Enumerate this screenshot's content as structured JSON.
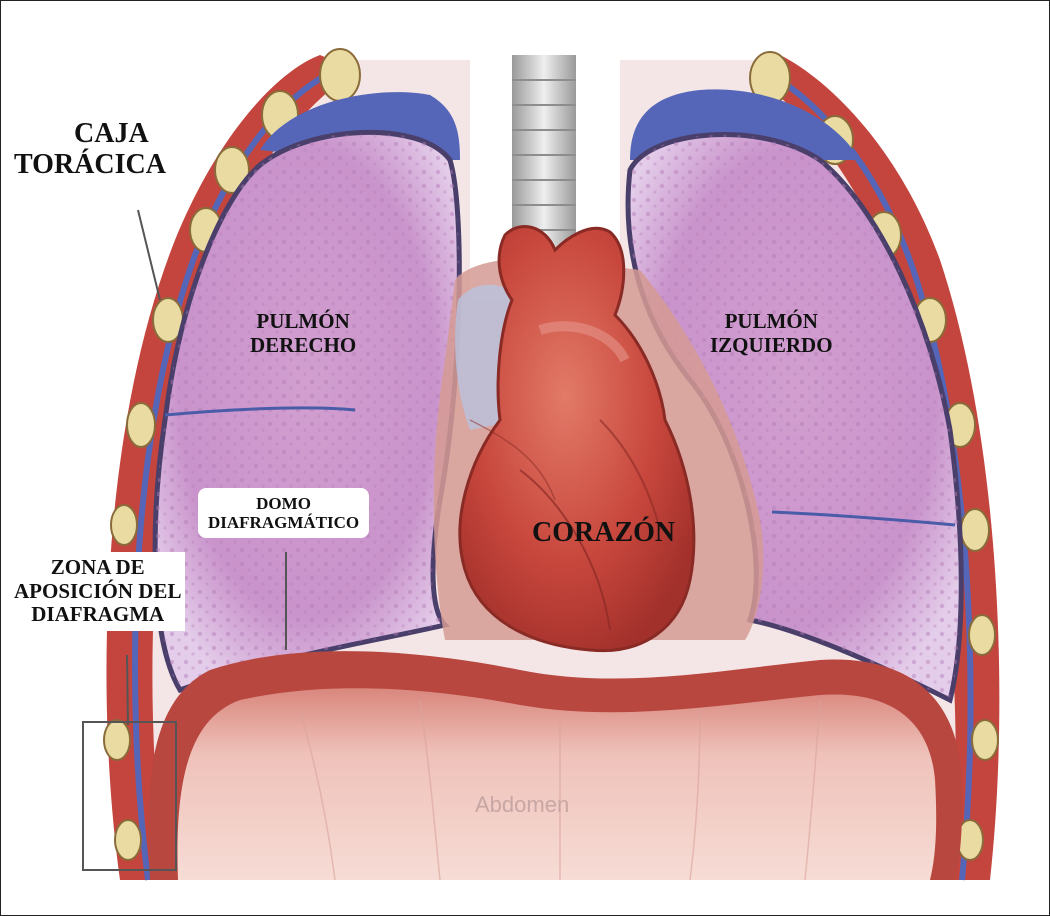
{
  "labels": {
    "rib_cage": [
      "CAJA",
      "TORÁCICA"
    ],
    "right_lung": [
      "PULMÓN",
      "DERECHO"
    ],
    "left_lung": [
      "PULMÓN",
      "IZQUIERDO"
    ],
    "diaphragm_dome": [
      "DOMO",
      "DIAFRAGMÁTICO"
    ],
    "heart": "CORAZÓN",
    "apposition_zone": [
      "ZONA DE",
      "APOSICIÓN DEL",
      "DIAFRAGMA"
    ],
    "abdomen": "Abdomen"
  },
  "colors": {
    "lung": "#d7b8e3",
    "lung_texture": "#b57bb8",
    "heart": "#c8473d",
    "muscle": "#b8473f",
    "abdomen": "#f1cdc6",
    "rib": "#e9dba1",
    "pleura": "#5566b8",
    "trachea": "#d9d9d9"
  },
  "icons": [
    "rib-cage-illustration",
    "lung-illustration",
    "heart-illustration",
    "trachea-illustration",
    "diaphragm-illustration"
  ]
}
